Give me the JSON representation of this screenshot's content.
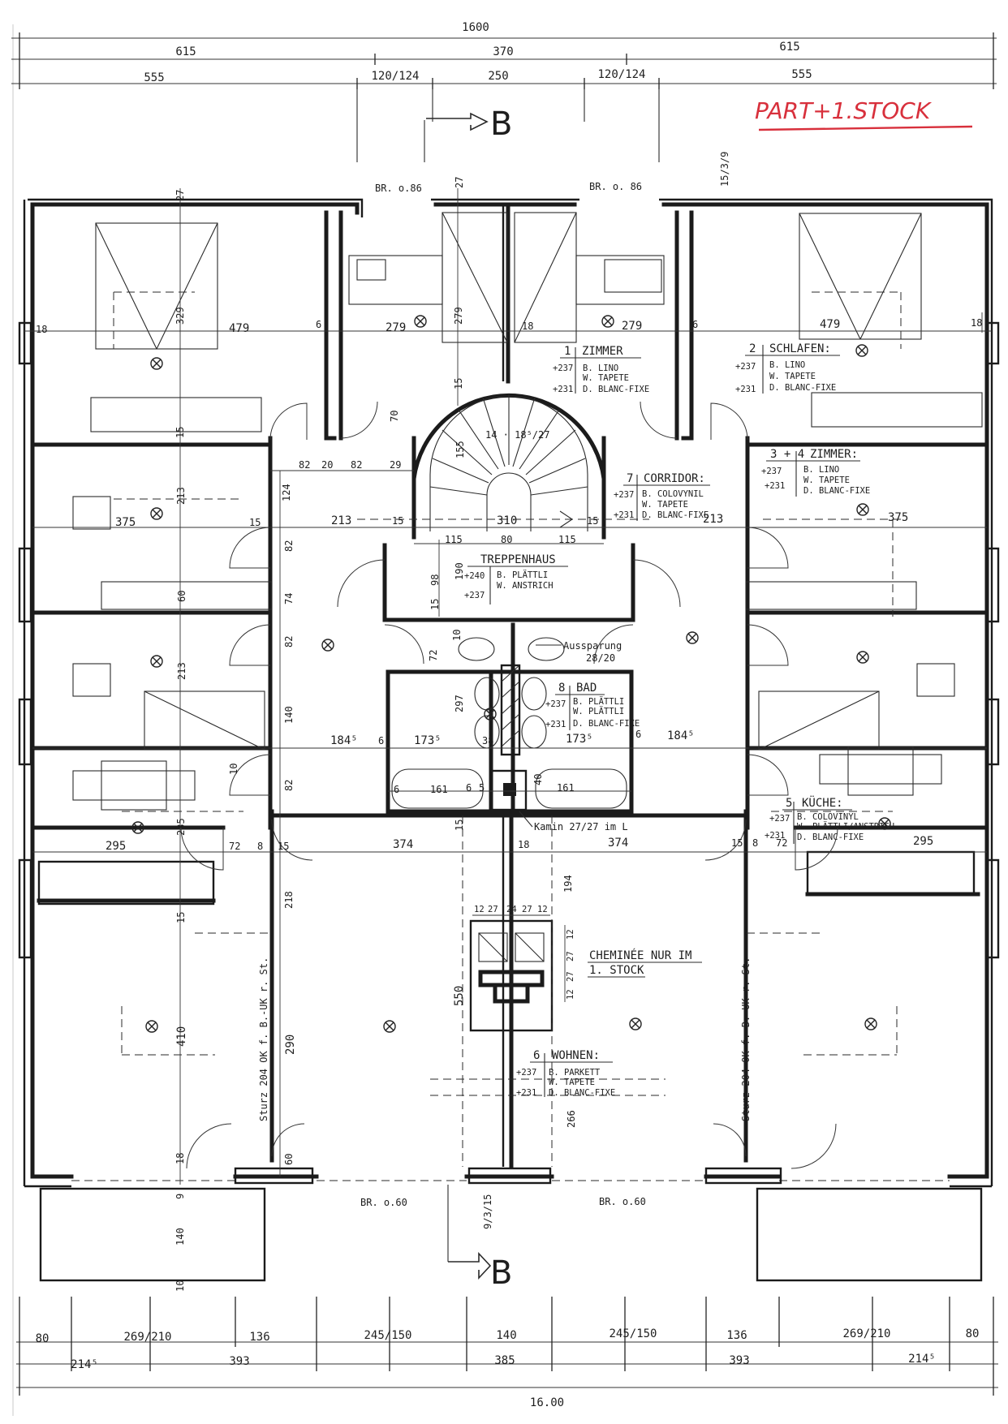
{
  "title": "PART+1.STOCK",
  "colors": {
    "ink": "#1b1b1b",
    "title": "#d8303c",
    "paper": "#ffffff"
  },
  "top_dims": {
    "total": "1600",
    "row2": [
      "615",
      "370",
      "615"
    ],
    "row3": [
      "555",
      "120/124",
      "250",
      "120/124",
      "555"
    ]
  },
  "section_marks": {
    "top": "B",
    "bottom": "B"
  },
  "openings": {
    "top_left": "BR. o.86",
    "top_right": "BR. o. 86",
    "bottom_left": "BR. o.60",
    "bottom_right": "BR. o.60"
  },
  "rooms": [
    {
      "id": "zimmer",
      "number": "1",
      "name": "ZIMMER",
      "lines": [
        [
          "+237",
          "B. LINO"
        ],
        [
          "",
          "W. TAPETE"
        ],
        [
          "+231",
          "D. BLANC-FIXE"
        ]
      ]
    },
    {
      "id": "schlafen",
      "number": "2",
      "name": "SCHLAFEN:",
      "lines": [
        [
          "+237",
          "B. LINO"
        ],
        [
          "",
          "W. TAPETE"
        ],
        [
          "+231",
          "D. BLANC-FIXE"
        ]
      ]
    },
    {
      "id": "zimmer34",
      "number": "3 + 4",
      "name": "ZIMMER:",
      "lines": [
        [
          "+237",
          "B. LINO"
        ],
        [
          "",
          "W. TAPETE"
        ],
        [
          "+231",
          "D. BLANC-FIXE"
        ]
      ]
    },
    {
      "id": "corridor",
      "number": "7",
      "name": "CORRIDOR:",
      "lines": [
        [
          "+237",
          "B. COLOVYNIL"
        ],
        [
          "",
          "W. TAPETE"
        ],
        [
          "+231",
          "D. BLANC-FIXE"
        ]
      ]
    },
    {
      "id": "treppenhaus",
      "number": "",
      "name": "TREPPENHAUS",
      "lines": [
        [
          "+240",
          "B. PLÄTTLI"
        ],
        [
          "+237",
          "W. ANSTRICH"
        ]
      ]
    },
    {
      "id": "bad",
      "number": "8",
      "name": "BAD",
      "lines": [
        [
          "+237",
          "B. PLÄTTLI"
        ],
        [
          "",
          "W. PLÄTTLI"
        ],
        [
          "+231",
          "D. BLANC-FIXE"
        ]
      ]
    },
    {
      "id": "kueche",
      "number": "5",
      "name": "KÜCHE:",
      "lines": [
        [
          "+237",
          "B. COLOVINYL"
        ],
        [
          "",
          "W. PLÄTTLI/ANSTRICH"
        ],
        [
          "+231",
          "D. BLANC-FIXE"
        ]
      ]
    },
    {
      "id": "wohnen",
      "number": "6",
      "name": "WOHNEN:",
      "lines": [
        [
          "+237",
          "B. PARKETT"
        ],
        [
          "",
          "W. TAPETE"
        ],
        [
          "+231",
          "D. BLANC-FIXE"
        ]
      ]
    }
  ],
  "notes": {
    "stair": "14 · 18⁵/27",
    "aussparung": "Aussparung",
    "aussparung_dim": "28/20",
    "kamin": "Kamin 27/27 im L",
    "cheminee_1": "CHEMINÉE NUR IM",
    "cheminee_2": "1. STOCK",
    "sturz_left": "Sturz 204 OK f. B.-UK r. St.",
    "sturz_right": "Sturz 204 OK f. B.-UK r. St."
  },
  "inner_dims": {
    "d27a": "27",
    "d27b": "27",
    "d153": "15/3/9",
    "d18l": "18",
    "d479l": "479",
    "d329": "329",
    "d6a": "6",
    "d279a": "279",
    "d279v": "279",
    "d18c": "18",
    "d279b": "279",
    "d6b": "6",
    "d479r": "479",
    "d18r": "18",
    "d15a": "15",
    "d70": "70",
    "d155": "155",
    "d15b": "15",
    "d82a": "82",
    "d20": "20",
    "d82b": "82",
    "d29": "29",
    "d124": "124",
    "d213a": "213",
    "d375l": "375",
    "d15c": "15",
    "d213b": "213",
    "d15d": "15",
    "d310": "310",
    "d15e": "15",
    "d213c": "213",
    "d375r": "375",
    "d115a": "115",
    "d80": "80",
    "d115b": "115",
    "d82c": "82",
    "d190": "190",
    "d98": "98",
    "d15f": "15",
    "d60": "60",
    "d74": "74",
    "d82d": "82",
    "d72": "72",
    "d10": "10",
    "d213d": "213",
    "d297": "297",
    "d140": "140",
    "d184l": "184⁵",
    "d6c": "6",
    "d173l": "173⁵",
    "d38": "38",
    "d173r": "173⁵",
    "d6d": "6",
    "d184r": "184⁵",
    "d6e": "6",
    "d161a": "161",
    "d6f": "6",
    "d5": "5",
    "d161b": "161",
    "d40": "40",
    "d82e": "82",
    "d10b": "10",
    "d235": "235",
    "d295l": "295",
    "d72l": "72",
    "d8l": "8",
    "d15l": "15",
    "d374l": "374",
    "d18m": "18",
    "d374r": "374",
    "d15r": "15",
    "d8r": "8",
    "d72r": "72",
    "d295r": "295",
    "d218": "218",
    "d194": "194",
    "d15g": "15",
    "d15h": "15",
    "c12a": "12",
    "c27a": "27",
    "c24": "24",
    "c27b": "27",
    "c12b": "12",
    "c12v": "12",
    "c27v": "27",
    "c27w": "27",
    "c12w": "12",
    "d550": "550",
    "d410": "410",
    "d290": "290",
    "d266": "266",
    "d18b": "18",
    "d60b": "60",
    "d9": "9",
    "d140b": "140",
    "d10c": "10",
    "d9315": "9/3/15"
  },
  "bottom_dims": {
    "row1": [
      "80",
      "269/210",
      "136",
      "245/150",
      "140",
      "245/150",
      "136",
      "269/210",
      "80"
    ],
    "row2": [
      "214⁵",
      "393",
      "385",
      "393",
      "214⁵"
    ],
    "total": "16.00"
  }
}
